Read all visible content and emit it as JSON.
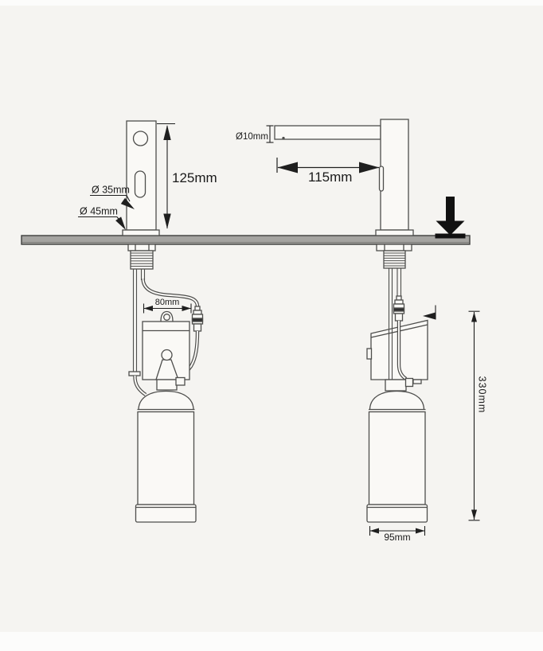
{
  "labels": {
    "bracket_height": "125mm",
    "bracket_hole_diameter": "Ø 35mm",
    "mounting_flange_diameter": "Ø 45mm",
    "spout_tube_diameter": "Ø10mm",
    "spout_reach": "115mm",
    "control_box_width": "80mm",
    "under_counter_height": "330mm",
    "bottle_diameter": "95mm"
  },
  "colors": {
    "background": "#f5f4f1",
    "paper_fill": "#faf9f6",
    "line": "#4e4e4c",
    "dimension": "#1f1f1f",
    "counter_fill": "#a5a4a1",
    "counter_stroke": "#3e3e3c",
    "solid_arrow": "#111111"
  }
}
